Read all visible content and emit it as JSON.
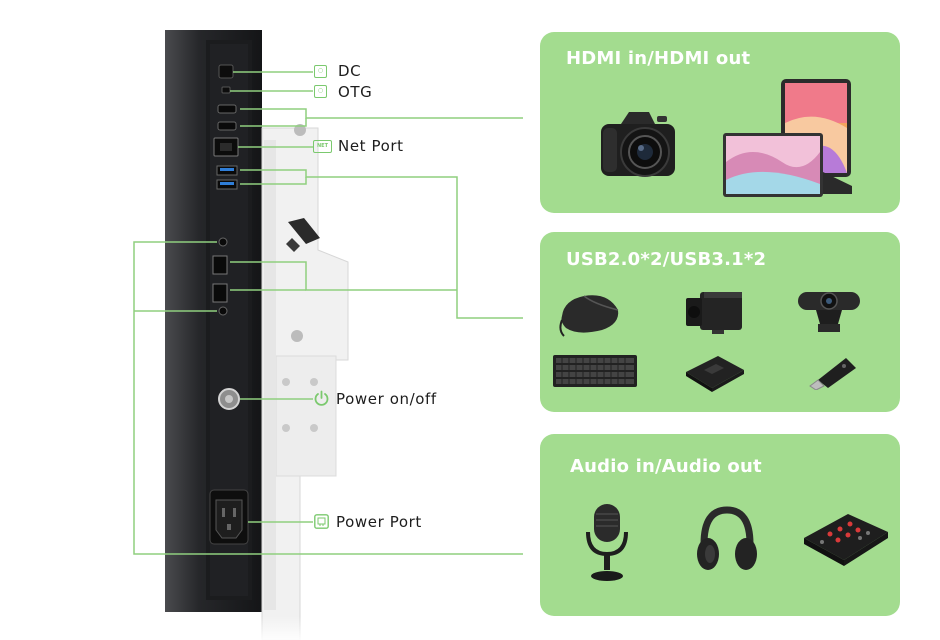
{
  "port_labels": {
    "dc": "DC",
    "otg": "OTG",
    "net_port": "Net Port",
    "net_icon_text": "NET",
    "power_switch": "Power on/off",
    "power_port": "Power Port"
  },
  "cards": {
    "hdmi": {
      "title": "HDMI in/HDMI out",
      "devices": [
        "camera-icon",
        "tablet-icon",
        "monitor-icon"
      ]
    },
    "usb": {
      "title": "USB2.0*2/USB3.1*2",
      "devices": [
        "mouse-icon",
        "industrial-camera-icon",
        "webcam-icon",
        "keyboard-icon",
        "hard-drive-icon",
        "usb-stick-icon"
      ]
    },
    "audio": {
      "title": "Audio in/Audio out",
      "devices": [
        "microphone-icon",
        "headphones-icon",
        "sound-card-icon"
      ]
    }
  },
  "colors": {
    "accent": "#7bc96e",
    "card_bg": "#a3dc8f",
    "line": "#8fcf7f",
    "panel": "#1e1f21",
    "bracket": "#f1f1f1"
  }
}
